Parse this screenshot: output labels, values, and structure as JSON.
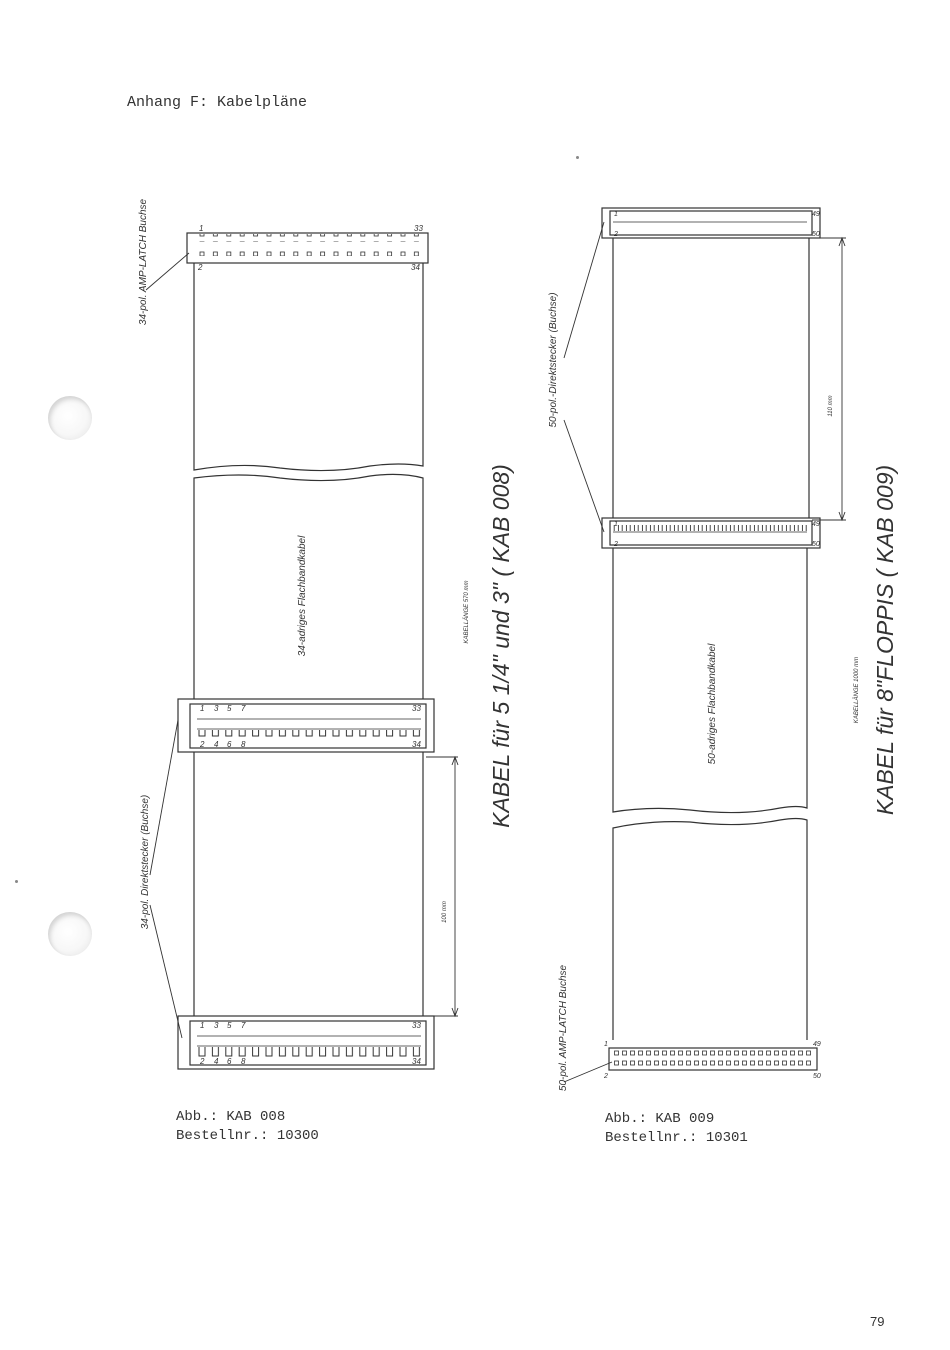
{
  "header": {
    "title": "Anhang F: Kabelpläne"
  },
  "cable_008": {
    "title": "KABEL  für  5 1/4\" und 3\" ( KAB 008)",
    "length_note": "KABELLÄNGE 570 mm",
    "top_connector_label": "34-pol. AMP-LATCH Buchse",
    "direct_connector_label": "34-pol. Direktstecker (Buchse)",
    "ribbon_label": "34-adriges Flachbandkabel",
    "distance_label": "100 mm",
    "pins": {
      "p1": "1",
      "p2": "2",
      "p33": "33",
      "p34": "34",
      "p3": "3",
      "p4": "4",
      "p5": "5",
      "p6": "6",
      "p7": "7",
      "p8": "8"
    },
    "caption": {
      "abb": "Abb.: KAB 008",
      "bestell": "Bestellnr.: 10300"
    }
  },
  "cable_009": {
    "title": "KABEL für 8\"FLOPPIS  ( KAB 009)",
    "length_note": "KABELLÄNGE 1000 mm",
    "bottom_connector_label": "50-pol. AMP-LATCH Buchse",
    "direct_connector_label": "50-pol.-Direktstecker (Buchse)",
    "ribbon_label": "50-adriges Flachbandkabel",
    "distance_label": "110 mm",
    "pins": {
      "p1": "1",
      "p2": "2",
      "p49": "49",
      "p50": "50"
    },
    "caption": {
      "abb": "Abb.: KAB 009",
      "bestell": "Bestellnr.: 10301"
    }
  },
  "footer": {
    "page_number": "79"
  }
}
